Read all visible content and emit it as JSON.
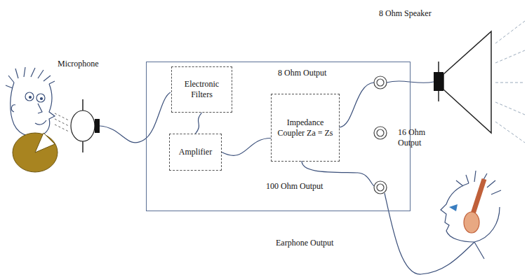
{
  "diagram": {
    "nodes": [
      {
        "text": [
          "8 Ohm Output",
          "100 Ohm Output"
        ]
      },
      {
        "text": [
          "Electronic Filters"
        ],
        "in": 0
      },
      {
        "text": [
          "Amplifier"
        ],
        "in": 0
      },
      {
        "text": [
          "Impedance Coupler Za = Zs"
        ],
        "in": 0
      }
    ],
    "edges": [
      {
        "from": 1,
        "to": 2,
        "arrow": "none"
      },
      {
        "from": 2,
        "to": 3,
        "arrow": "none"
      }
    ],
    "labels": [
      "Microphone",
      "8 Ohm Speaker",
      "16 Ohm Output",
      "Earphone Output"
    ]
  }
}
